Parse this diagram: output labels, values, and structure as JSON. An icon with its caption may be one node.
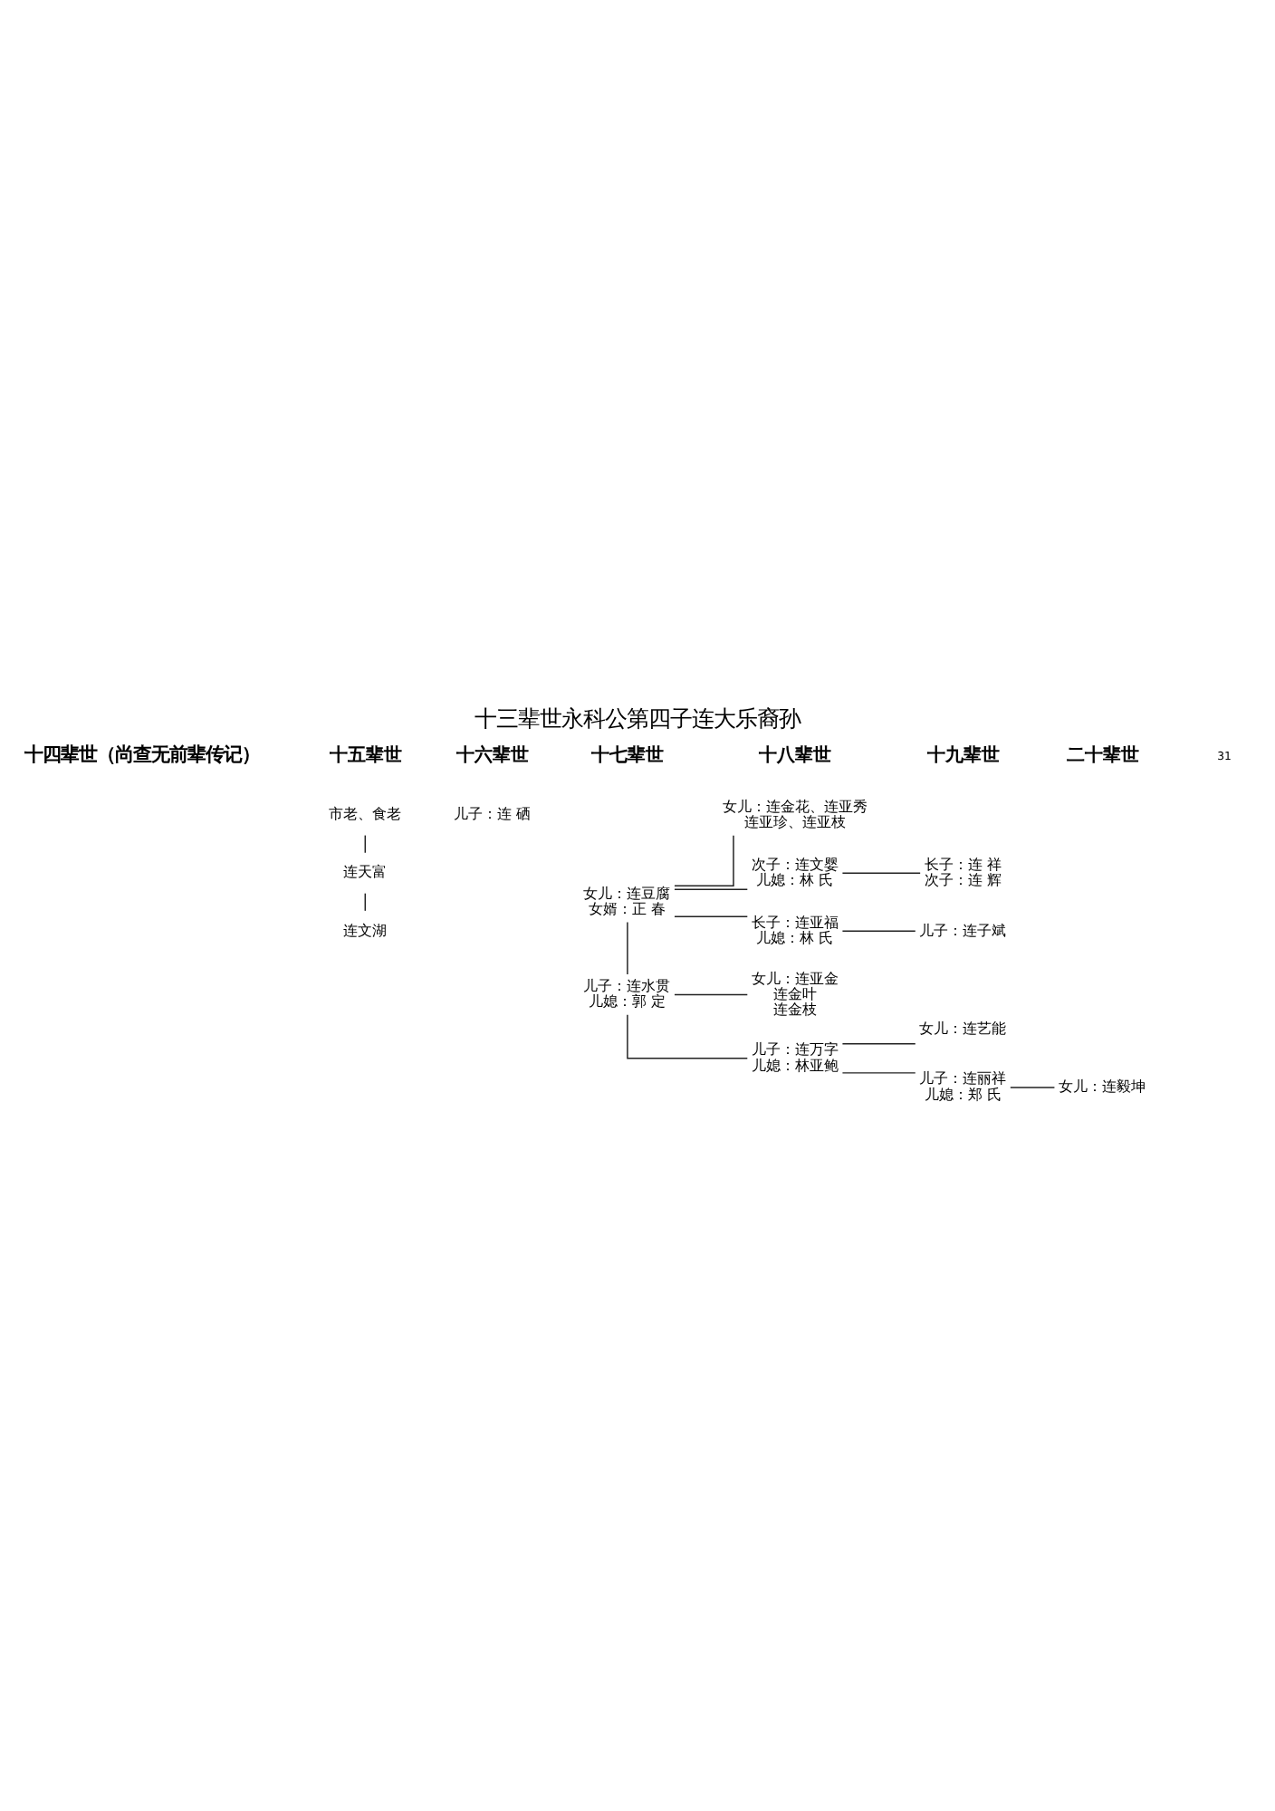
{
  "diagram": {
    "title": "十三辈世永科公第四子连大乐裔孙",
    "nodes": [
      {
        "text": [
          "市老、食老"
        ]
      },
      {
        "text": [
          "连天富"
        ]
      },
      {
        "text": [
          "连文湖"
        ]
      },
      {
        "text": [
          "儿子：连 硒"
        ]
      },
      {
        "text": [
          "女儿：连豆腐",
          "女婿：正 春"
        ]
      },
      {
        "text": [
          "儿子：连水贯",
          "儿媳：郭 定"
        ]
      },
      {
        "text": [
          "女儿：连金花、连亚秀",
          "连亚珍、连亚枝"
        ]
      },
      {
        "text": [
          "次子：连文婴",
          "儿媳：林 氏"
        ]
      },
      {
        "text": [
          "长子：连亚福",
          "儿媳：林 氏"
        ]
      },
      {
        "text": [
          "女儿：连亚金",
          "连金叶",
          "连金枝"
        ]
      },
      {
        "text": [
          "儿子：连万字",
          "儿媳：林亚鲍"
        ]
      },
      {
        "text": [
          "长子：连 祥",
          "次子：连 辉"
        ]
      },
      {
        "text": [
          "儿子：连子斌"
        ]
      },
      {
        "text": [
          "女儿：连艺能"
        ]
      },
      {
        "text": [
          "儿子：连丽祥",
          "儿媳：郑 氏"
        ]
      },
      {
        "text": [
          "女儿：连毅坤"
        ]
      }
    ],
    "edges": [
      {
        "from": 0,
        "to": 1,
        "arrow": "none"
      },
      {
        "from": 1,
        "to": 2,
        "arrow": "none"
      },
      {
        "from": 4,
        "to": 5,
        "arrow": "none"
      },
      {
        "from": 4,
        "to": 6,
        "arrow": "none"
      },
      {
        "from": 4,
        "to": 7,
        "arrow": "none"
      },
      {
        "from": 4,
        "to": 8,
        "arrow": "none"
      },
      {
        "from": 5,
        "to": 9,
        "arrow": "none"
      },
      {
        "from": 5,
        "to": 10,
        "arrow": "none"
      },
      {
        "from": 7,
        "to": 11,
        "arrow": "none"
      },
      {
        "from": 8,
        "to": 12,
        "arrow": "none"
      },
      {
        "from": 10,
        "to": 13,
        "arrow": "none"
      },
      {
        "from": 10,
        "to": 14,
        "arrow": "none"
      },
      {
        "from": 14,
        "to": 15,
        "arrow": "none"
      }
    ],
    "labels": [
      "十四辈世（尚查无前辈传记）",
      "十五辈世",
      "十六辈世",
      "十七辈世",
      "十八辈世",
      "十九辈世",
      "二十辈世",
      "31"
    ]
  }
}
